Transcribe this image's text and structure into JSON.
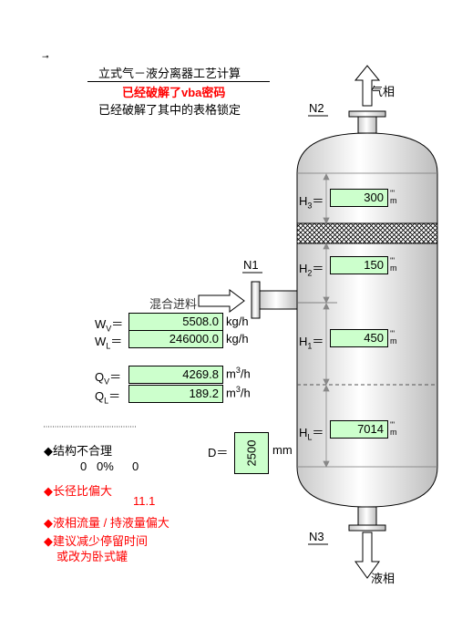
{
  "header": {
    "title": "立式气－液分离器工艺计算",
    "crack_vba": "已经破解了vba密码",
    "crack_sheet": "已经破解了其中的表格锁定"
  },
  "nozzles": {
    "n1": "N1",
    "n2": "N2",
    "n3": "N3"
  },
  "streams": {
    "gas_phase": "气相",
    "liquid_phase": "液相",
    "mixed_feed": "混合进料"
  },
  "heights": {
    "h3": {
      "label": "H",
      "sub": "3",
      "value": "300"
    },
    "h2": {
      "label": "H",
      "sub": "2",
      "value": "150"
    },
    "h1": {
      "label": "H",
      "sub": "1",
      "value": "450"
    },
    "hl": {
      "label": "H",
      "sub": "L",
      "value": "7014"
    }
  },
  "inputs": {
    "wv": {
      "label": "W",
      "sub": "V",
      "eq": "＝",
      "value": "5508.0",
      "unit": "kg/h"
    },
    "wl": {
      "label": "W",
      "sub": "L",
      "eq": "＝",
      "value": "246000.0",
      "unit": "kg/h"
    },
    "qv": {
      "label": "Q",
      "sub": "V",
      "eq": "＝",
      "value": "4269.8",
      "unit": "m",
      "unit_sup": "3",
      "unit_tail": "/h"
    },
    "ql": {
      "label": "Q",
      "sub": "L",
      "eq": "＝",
      "value": "189.2",
      "unit": "m",
      "unit_sup": "3",
      "unit_tail": "/h"
    }
  },
  "diameter": {
    "label": "D＝",
    "value": "2500",
    "unit": "mm"
  },
  "results": {
    "structure": "◆结构不合理",
    "row_values": [
      "0",
      "0%",
      "0"
    ],
    "ratio_text": "◆长径比偏大",
    "ratio_value": "11.1",
    "liquid_flow": "◆液相流量 / 持液量偏大",
    "advice": "◆建议减少停留时间",
    "advice2": "或改为卧式罐"
  },
  "colors": {
    "input_bg": "#ccffcc",
    "warning": "#ff0000",
    "mesh": "#000000"
  }
}
